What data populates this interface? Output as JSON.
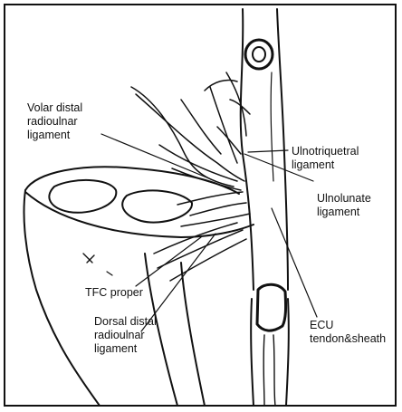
{
  "diagram": {
    "labels": {
      "volar_distal_radioulnar_ligament": "Volar distal\nradioulnar\nligament",
      "ulnotriquetral_ligament": "Ulnotriquetral\nligament",
      "ulnolunate_ligament": "Ulnolunate\nligament",
      "tfc_proper": "TFC proper",
      "dorsal_distal_radioulnar_ligament": "Dorsal distal\nradioulnar\nligament",
      "ecu_tendon_sheath": "ECU\ntendon&sheath"
    },
    "colors": {
      "ink": "#111111",
      "paper": "#ffffff"
    }
  }
}
